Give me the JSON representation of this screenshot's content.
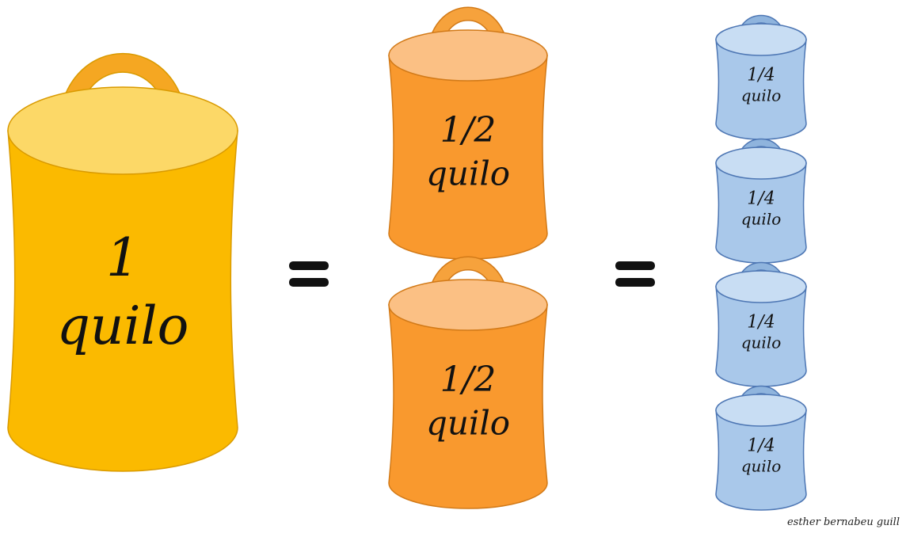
{
  "colors": {
    "one_kilo": "#FBBA00",
    "one_kilo_top": "#FCD867",
    "one_kilo_handle": "#F5A722",
    "one_kilo_stroke": "#D99A00",
    "half_kilo": "#F9992E",
    "half_kilo_top": "#FBC084",
    "half_kilo_handle": "#F6A23C",
    "half_kilo_stroke": "#D27A18",
    "quarter_kilo": "#A9C8EA",
    "quarter_kilo_top": "#C8DDF3",
    "quarter_kilo_handle": "#8FB4DD",
    "quarter_kilo_stroke": "#4E77B4"
  },
  "weights": {
    "one": {
      "amount": "1",
      "unit": "quilo",
      "count": 1
    },
    "half": {
      "amount": "1/2",
      "unit": "quilo",
      "count": 2
    },
    "quarter": {
      "amount": "1/4",
      "unit": "quilo",
      "count": 4
    }
  },
  "equals_signs": 2,
  "credit": "esther bernabeu guill"
}
